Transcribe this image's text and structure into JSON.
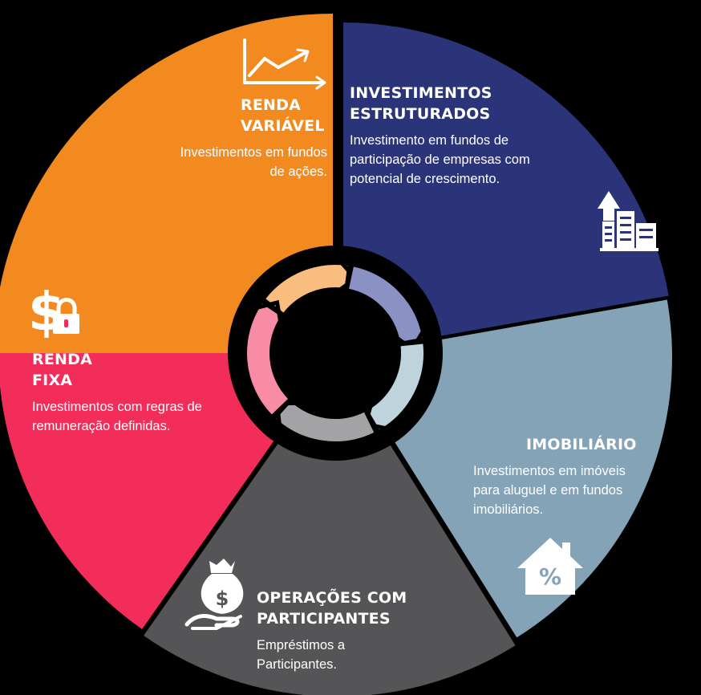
{
  "segments": [
    {
      "id": "renda-variavel",
      "title_lines": [
        "RENDA",
        "VARIÁVEL"
      ],
      "desc_lines": [
        "Investimentos em fundos",
        "de ações."
      ],
      "color": "#f28a20",
      "ring_color": "#f8bd7f",
      "icon": "line-chart-icon"
    },
    {
      "id": "investimentos-estruturados",
      "title_lines": [
        "INVESTIMENTOS",
        "ESTRUTURADOS"
      ],
      "desc_lines": [
        "Investimento em fundos de",
        "participação de empresas com",
        "potencial de crescimento."
      ],
      "color": "#2b3479",
      "ring_color": "#8a91c4",
      "icon": "building-growth-icon"
    },
    {
      "id": "imobiliario",
      "title_lines": [
        "IMOBILIÁRIO"
      ],
      "desc_lines": [
        "Investimentos em imóveis",
        "para aluguel e em fundos",
        "imobiliários."
      ],
      "color": "#84a3b6",
      "ring_color": "#bfd3dc",
      "icon": "house-percent-icon"
    },
    {
      "id": "operacoes-com-participantes",
      "title_lines": [
        "OPERAÇÕES COM",
        "PARTICIPANTES"
      ],
      "desc_lines": [
        "Empréstimos a",
        "Participantes."
      ],
      "color": "#555557",
      "ring_color": "#a3a3a5",
      "icon": "money-bag-hand-icon"
    },
    {
      "id": "renda-fixa",
      "title_lines": [
        "RENDA",
        "FIXA"
      ],
      "desc_lines": [
        "Investimentos com regras de",
        "remuneração definidas."
      ],
      "color": "#f22d5a",
      "ring_color": "#f78ca4",
      "icon": "dollar-lock-icon"
    }
  ],
  "icons": {
    "percent_symbol": "%",
    "dollar_symbol": "$"
  }
}
